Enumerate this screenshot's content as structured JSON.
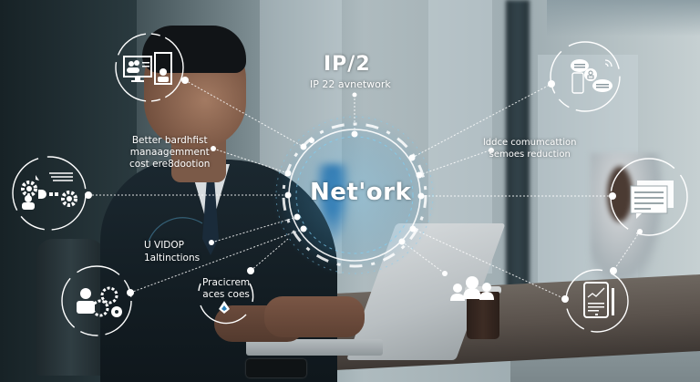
{
  "scene": {
    "description": "Businessman working on a laptop at a desk in an office, overlaid with network infographic icons and labels",
    "accent_color": "#ffffff",
    "hub_glow_color": "#4fb3e6"
  },
  "header": {
    "title": "IP/2",
    "subtitle": "IP 22 avnetwork"
  },
  "hub": {
    "label": "Net'ork"
  },
  "labels": {
    "bandwidth": [
      "Better bardhfist",
      "manaagemment",
      "cost ere8dootion"
    ],
    "communication": [
      "lddce comumcattion",
      "semoes reduction"
    ],
    "vidop": [
      "U VIDOP",
      "1altinctions"
    ],
    "practices": [
      "Pracicrem",
      "aces coes"
    ]
  },
  "icons": [
    {
      "name": "video-conference-icon",
      "position": "top-left"
    },
    {
      "name": "workflow-gears-icon",
      "position": "mid-left"
    },
    {
      "name": "team-gears-icon",
      "position": "bottom-left"
    },
    {
      "name": "diamond-logo-icon",
      "position": "practices-circle"
    },
    {
      "name": "chat-messages-icon",
      "position": "top-right"
    },
    {
      "name": "document-message-icon",
      "position": "mid-right"
    },
    {
      "name": "tablet-chart-icon",
      "position": "bottom-right"
    },
    {
      "name": "team-people-icon",
      "position": "bottom-center"
    }
  ]
}
